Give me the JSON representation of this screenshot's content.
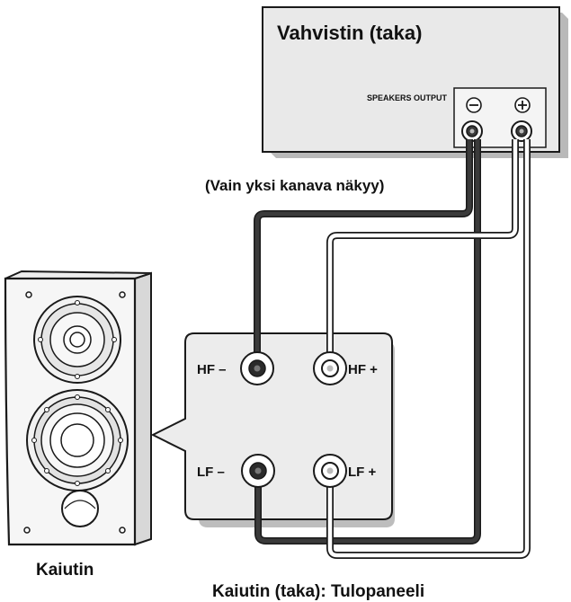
{
  "amplifier": {
    "title": "Vahvistin (taka)",
    "speakers_output": "SPEAKERS OUTPUT",
    "minus_symbol": "⊖",
    "plus_symbol": "⊕"
  },
  "note": "(Vain yksi kanava näkyy)",
  "speaker_panel": {
    "hf_minus": "HF –",
    "hf_plus": "HF +",
    "lf_minus": "LF –",
    "lf_plus": "LF +"
  },
  "captions": {
    "speaker": "Kaiutin",
    "rear_panel": "Kaiutin (taka): Tulopaneeli"
  },
  "colors": {
    "dark_wire": "#2b2b2b",
    "light_wire": "#ffffff",
    "outline": "#1a1a1a",
    "panel_fill": "#ececec",
    "amp_fill": "#e9e9e9"
  }
}
